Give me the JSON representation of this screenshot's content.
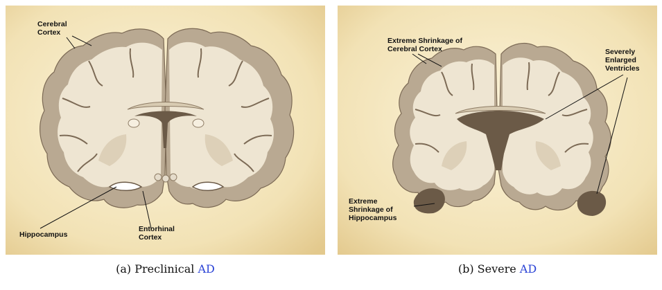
{
  "panels": [
    {
      "labels": {
        "cerebral": [
          "Cerebral",
          "Cortex"
        ],
        "hippocampus": "Hippocampus",
        "entorhinal": [
          "Entorhinal",
          "Cortex"
        ]
      },
      "caption": {
        "prefix": "(a) Preclinical ",
        "cite": "AD"
      }
    },
    {
      "labels": {
        "cortex_shrink": [
          "Extreme Shrinkage of",
          "Cerebral Cortex"
        ],
        "ventricles": [
          "Severely",
          "Enlarged",
          "Ventricles"
        ],
        "hippo_shrink": [
          "Extreme",
          "Shrinkage of",
          "Hippocampus"
        ]
      },
      "caption": {
        "prefix": "(b) Severe ",
        "cite": "AD"
      }
    }
  ],
  "colors": {
    "background_light": "#fbf3da",
    "background_dark": "#e7cf96",
    "cortex": "#b9a992",
    "white_matter": "#eee5d2",
    "ventricle": "#6b5a47",
    "citation_link": "#2b43d6"
  }
}
